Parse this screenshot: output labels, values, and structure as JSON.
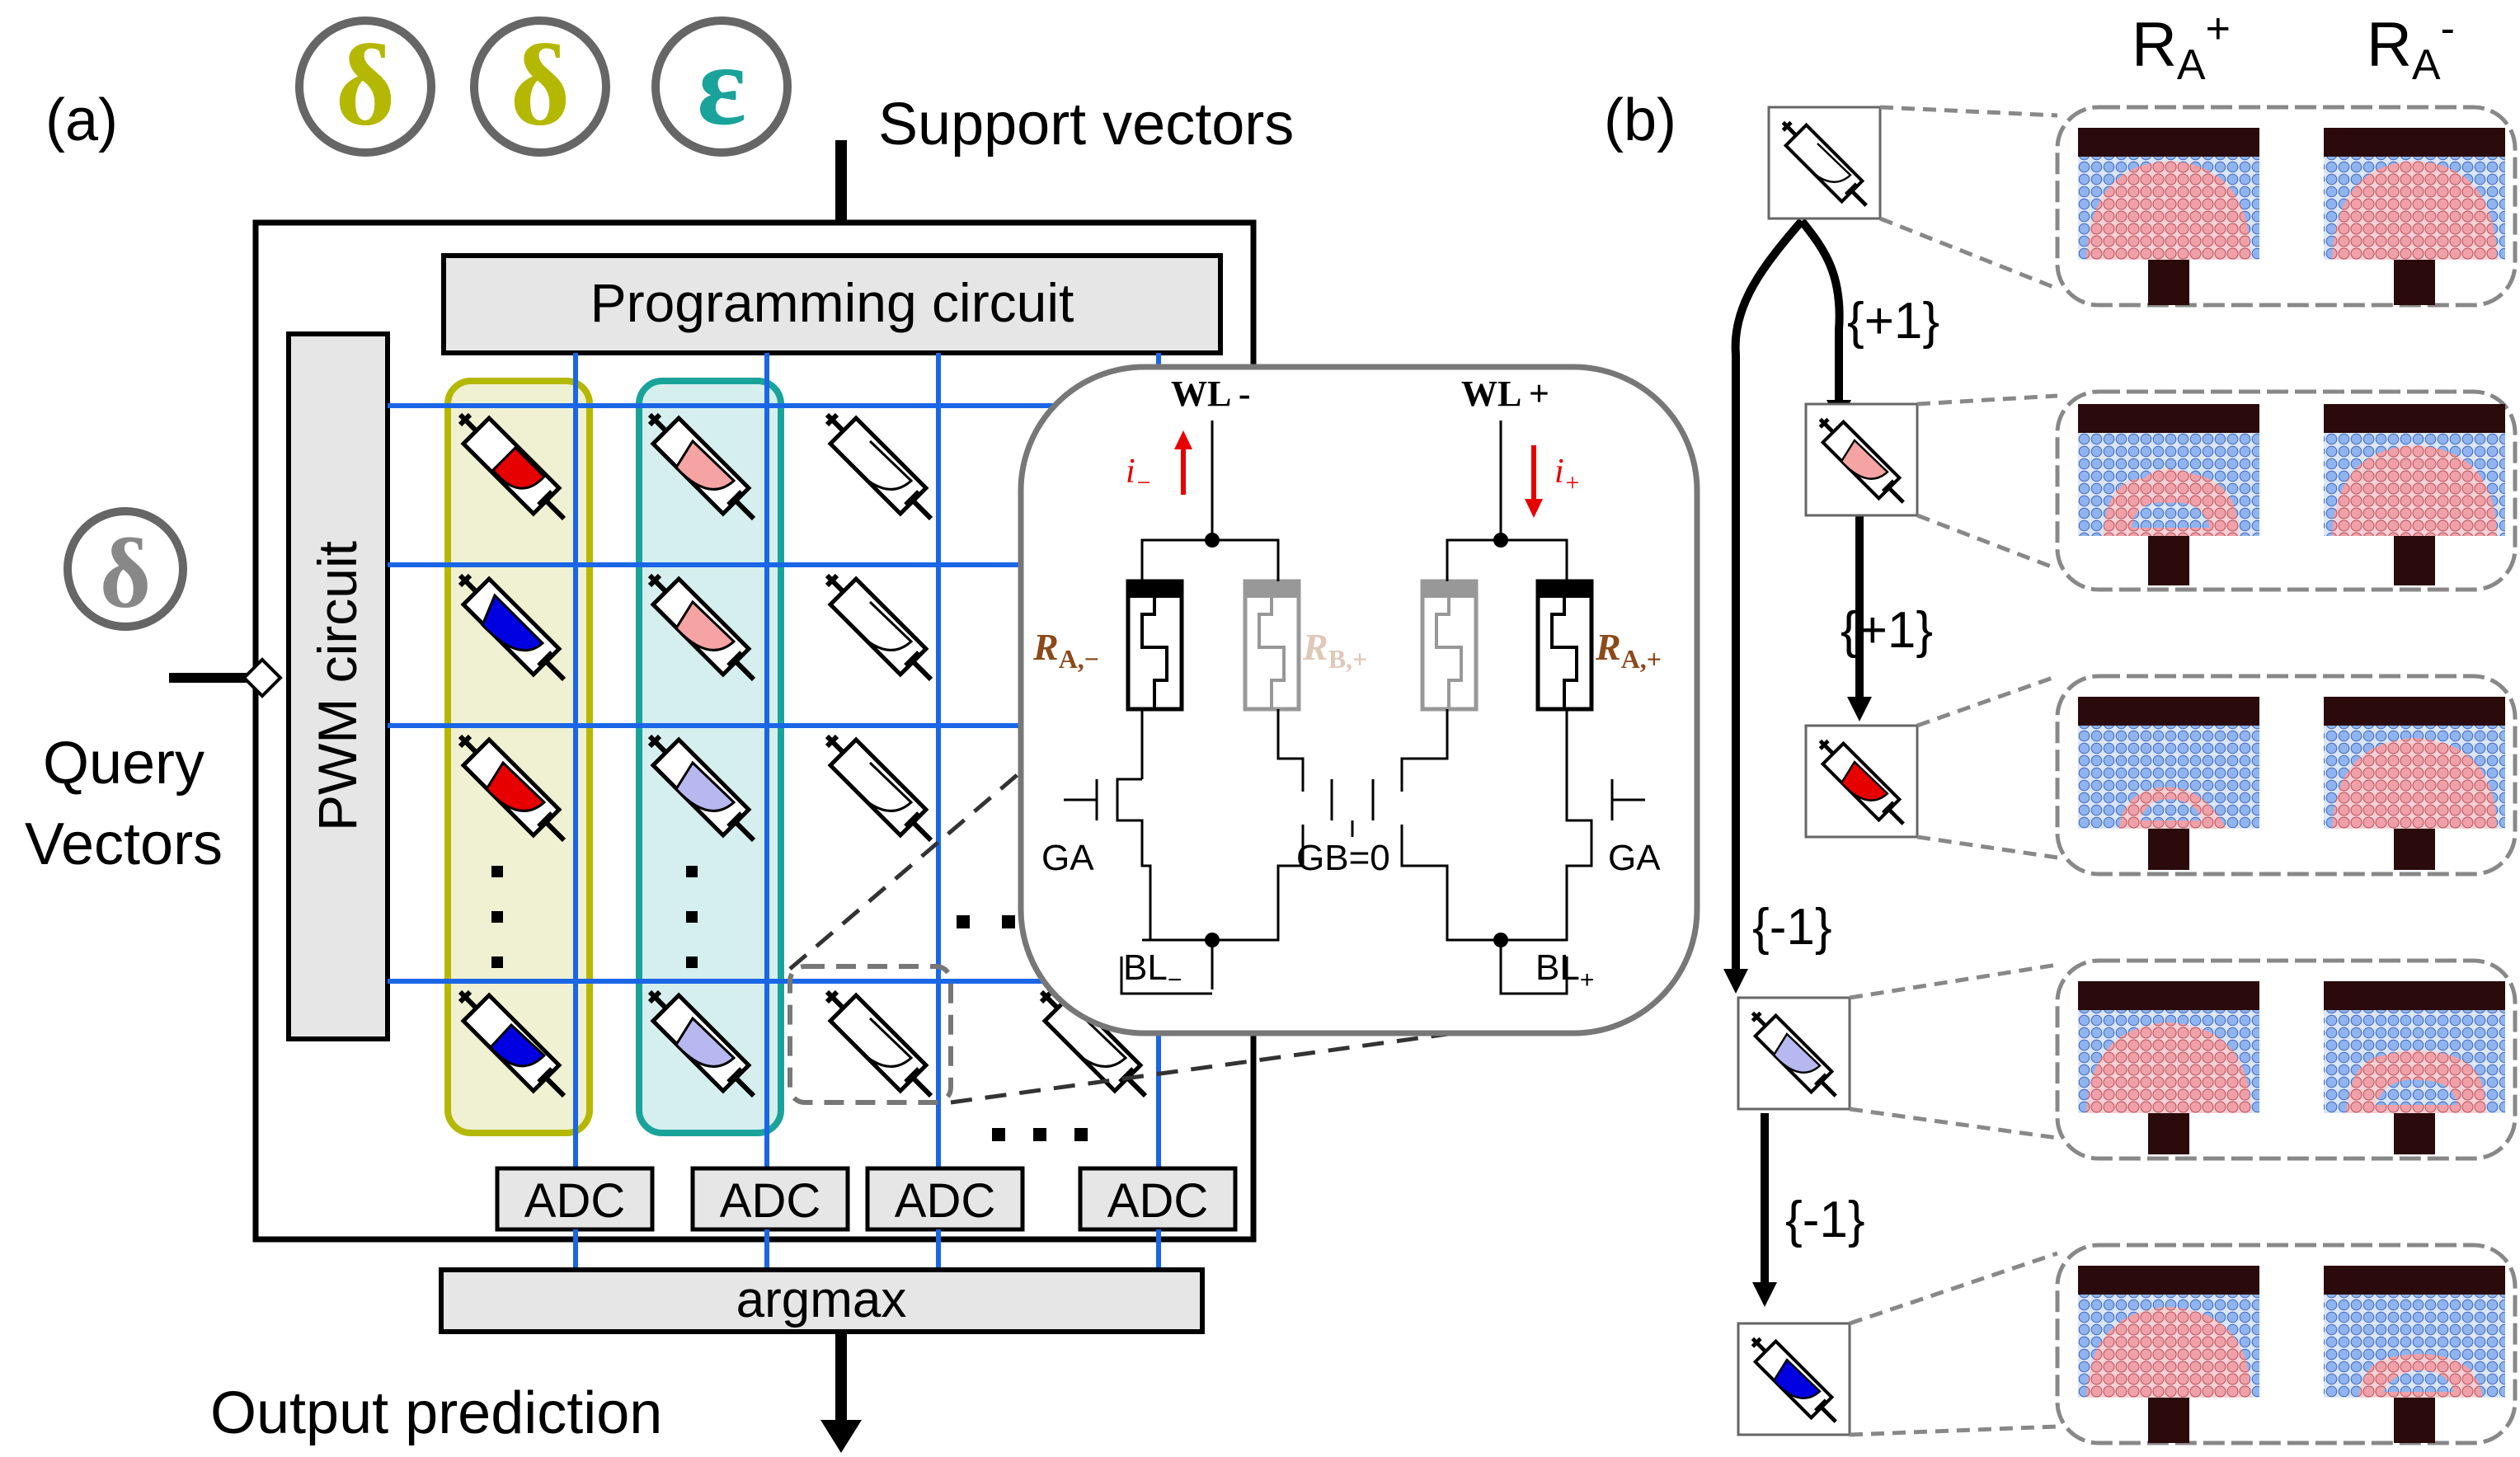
{
  "panel_a": {
    "label": "(a)",
    "support_vectors": "Support vectors",
    "programming_circuit": "Programming circuit",
    "pwm_circuit": "PWM circuit",
    "query_vectors_line1": "Query",
    "query_vectors_line2": "Vectors",
    "adc": "ADC",
    "argmax": "argmax",
    "output_prediction": "Output prediction",
    "digit_glyphs": [
      "δ",
      "δ",
      "ε"
    ],
    "query_glyph": "δ"
  },
  "inset": {
    "wl_minus": "WL -",
    "wl_plus": "WL +",
    "i_minus": "i",
    "i_minus_sub": "−",
    "i_plus": "i",
    "i_plus_sub": "+",
    "ra_minus": "R",
    "ra_minus_sub": "A,−",
    "rb_plus": "R",
    "rb_plus_sub": "B,+",
    "ra_plus": "R",
    "ra_plus_sub": "A,+",
    "ga_left": "GA",
    "gb": "GB=0",
    "ga_right": "GA",
    "bl_minus": "BL",
    "bl_minus_sub": "−",
    "bl_plus": "BL",
    "bl_plus_sub": "+"
  },
  "panel_b": {
    "label": "(b)",
    "ra_plus_header": "R",
    "ra_plus_sub": "A",
    "ra_plus_sup": "+",
    "ra_minus_header": "R",
    "ra_minus_sub": "A",
    "ra_minus_sup": "-",
    "steps": [
      "{+1}",
      "{+1}",
      "{-1}",
      "{-1}"
    ]
  },
  "colors": {
    "olive": "#b5b800",
    "teal": "#1aa39a",
    "blue_line": "#1a66e6",
    "red": "#e60000",
    "blue": "#0000e0",
    "pink": "#f5a3a3",
    "lavender": "#b8b8f0",
    "grey_box": "#e6e6e6",
    "electrode": "#2a0a0a",
    "sphere_blue": "#8fb4f0",
    "sphere_red": "#f0a0a8"
  },
  "icons": [
    "syringe-memristor-icon",
    "current-arrow-icon",
    "resistor-icon",
    "transistor-icon"
  ]
}
